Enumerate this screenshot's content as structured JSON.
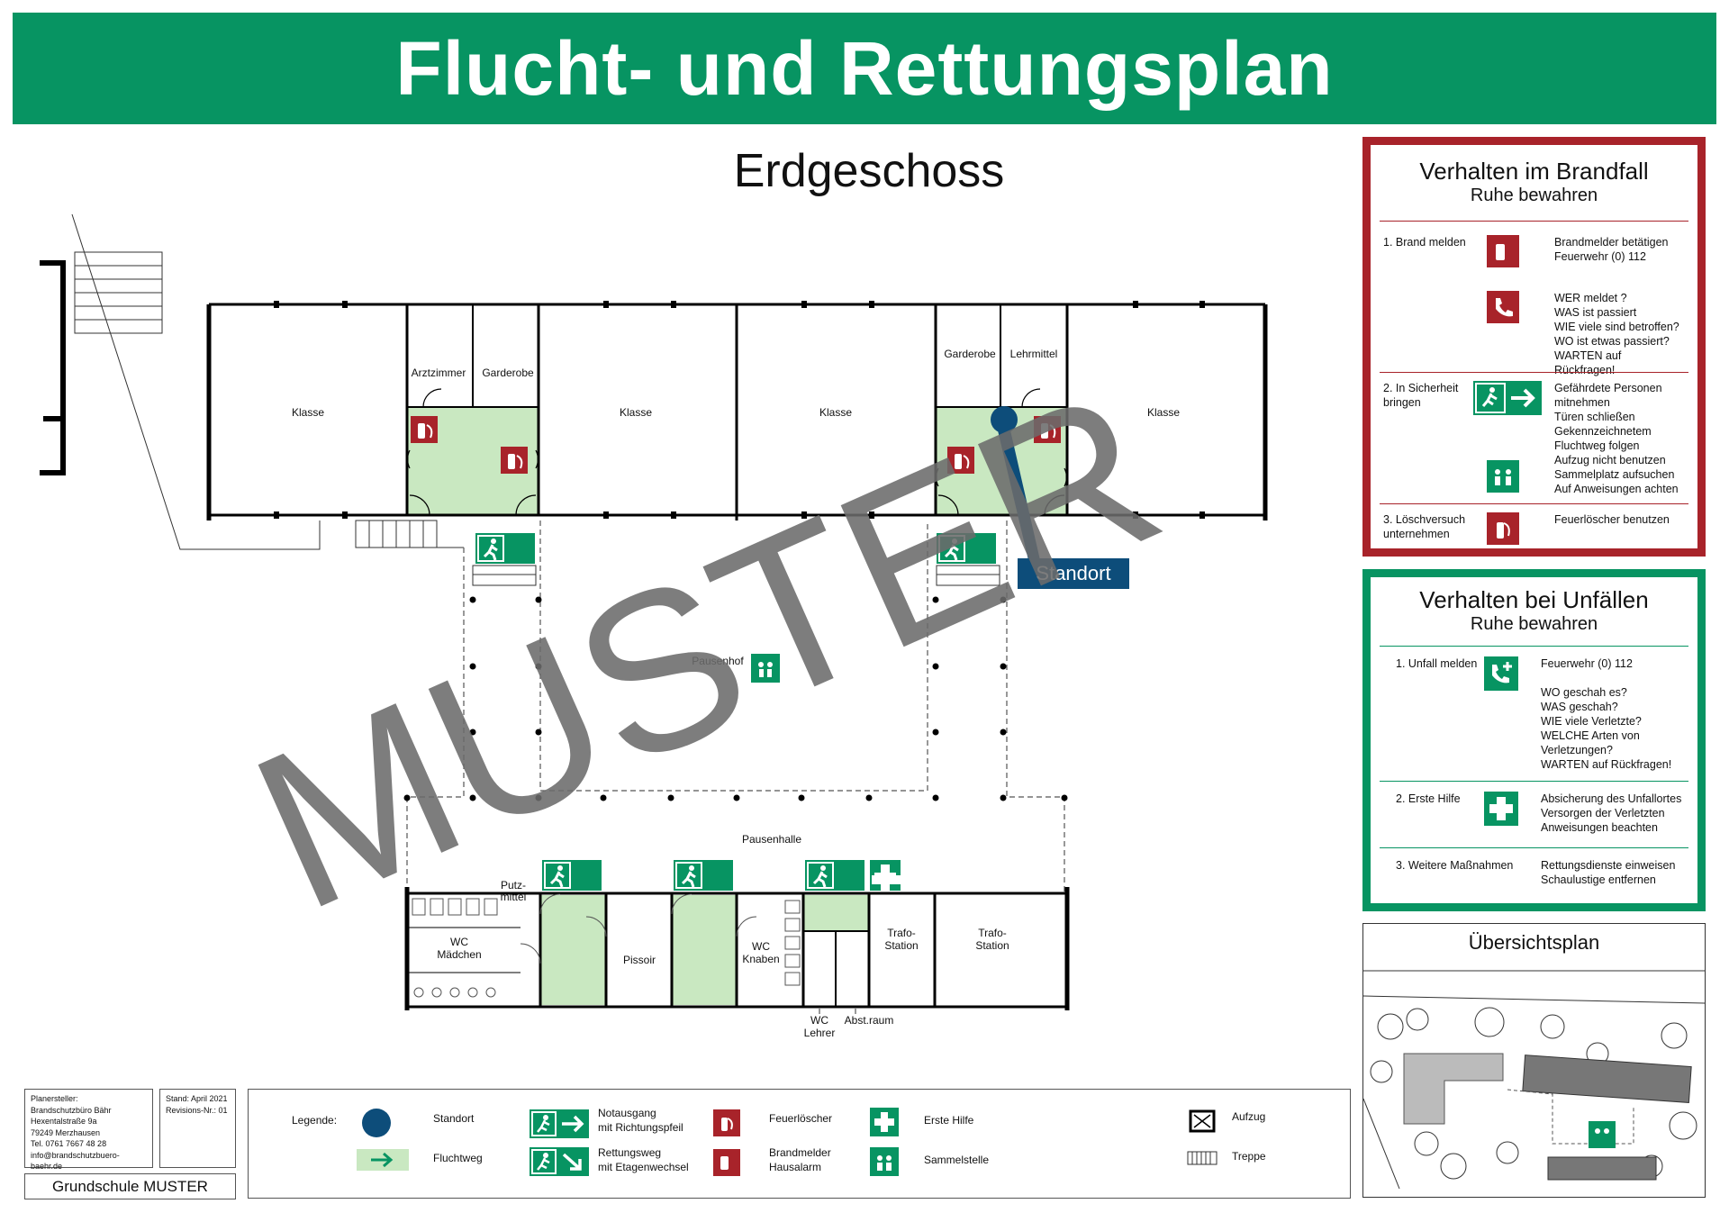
{
  "header": {
    "title": "Flucht- und Rettungsplan",
    "bg_color": "#079462"
  },
  "floor": "Erdgeschoss",
  "watermark": "MUSTER",
  "rooms": {
    "klasse": "Klasse",
    "arztzimmer": "Arztzimmer",
    "garderobe": "Garderobe",
    "lehrmittel": "Lehrmittel",
    "pausenhof": "Pausenhof",
    "pausenhalle": "Pausenhalle",
    "putzmittel_1": "Putz-",
    "putzmittel_2": "mittel",
    "wc_maedchen_1": "WC",
    "wc_maedchen_2": "Mädchen",
    "pissoir": "Pissoir",
    "wc_knaben_1": "WC",
    "wc_knaben_2": "Knaben",
    "trafo_1": "Trafo-",
    "trafo_2": "Station",
    "wc_lehrer_1": "WC",
    "wc_lehrer_2": "Lehrer",
    "abstellraum": "Abst.raum"
  },
  "standort_label": "Standort",
  "fire_panel": {
    "title": "Verhalten im Brandfall",
    "subtitle": "Ruhe bewahren",
    "color": "#a8232a",
    "step1": "1. Brand melden",
    "step1_a": "Brandmelder betätigen",
    "step1_b": "Feuerwehr (0) 112",
    "step1_c": "WER meldet ?",
    "step1_d": "WAS ist passiert",
    "step1_e": "WIE viele sind betroffen?",
    "step1_f": "WO ist etwas passiert?",
    "step1_g": "WARTEN auf Rückfragen!",
    "step2_a": "2. In Sicherheit",
    "step2_b": "bringen",
    "step2_1": "Gefährdete Personen",
    "step2_2": "mitnehmen",
    "step2_3": "Türen schließen",
    "step2_4": "Gekennzeichnetem",
    "step2_5": "Fluchtweg folgen",
    "step2_6": "Aufzug nicht benutzen",
    "step2_7": "Sammelplatz aufsuchen",
    "step2_8": "Auf Anweisungen achten",
    "step3_a": "3. Löschversuch",
    "step3_b": "unternehmen",
    "step3_1": "Feuerlöscher benutzen"
  },
  "accident_panel": {
    "title": "Verhalten bei Unfällen",
    "subtitle": "Ruhe bewahren",
    "color": "#079462",
    "step1": "1. Unfall melden",
    "step1_a": "Feuerwehr (0) 112",
    "step1_b": "WO geschah es?",
    "step1_c": "WAS geschah?",
    "step1_d": "WIE viele Verletzte?",
    "step1_e": "WELCHE Arten von",
    "step1_f": "Verletzungen?",
    "step1_g": "WARTEN auf Rückfragen!",
    "step2": "2. Erste Hilfe",
    "step2_a": "Absicherung des Unfallortes",
    "step2_b": "Versorgen der Verletzten",
    "step2_c": "Anweisungen beachten",
    "step3": "3. Weitere Maßnahmen",
    "step3_a": "Rettungsdienste einweisen",
    "step3_b": "Schaulustige entfernen"
  },
  "overview": {
    "title": "Übersichtsplan"
  },
  "credits": {
    "l1": "Planersteller:",
    "l2": "Brandschutzbüro Bähr",
    "l3": "Hexentalstraße 9a",
    "l4": "79249 Merzhausen",
    "l5": "Tel. 0761 7667 48 28",
    "l6": "info@brandschutzbuero-baehr.de"
  },
  "stand": {
    "l1": "Stand:   April 2021",
    "l2": "Revisions-Nr.:  01"
  },
  "school": "Grundschule MUSTER",
  "legend": {
    "title": "Legende:",
    "standort": "Standort",
    "fluchtweg": "Fluchtweg",
    "notausgang_1": "Notausgang",
    "notausgang_2": "mit Richtungspfeil",
    "rettungsweg_1": "Rettungsweg",
    "rettungsweg_2": "mit Etagenwechsel",
    "feuerloescher": "Feuerlöscher",
    "brandmelder_1": "Brandmelder",
    "brandmelder_2": "Hausalarm",
    "erste_hilfe": "Erste Hilfe",
    "sammelstelle": "Sammelstelle",
    "aufzug": "Aufzug",
    "treppe": "Treppe"
  },
  "colors": {
    "safety_green": "#079462",
    "fire_red": "#a8232a",
    "escape_route": "#c9e8c1",
    "standort": "#0d4d7a"
  }
}
